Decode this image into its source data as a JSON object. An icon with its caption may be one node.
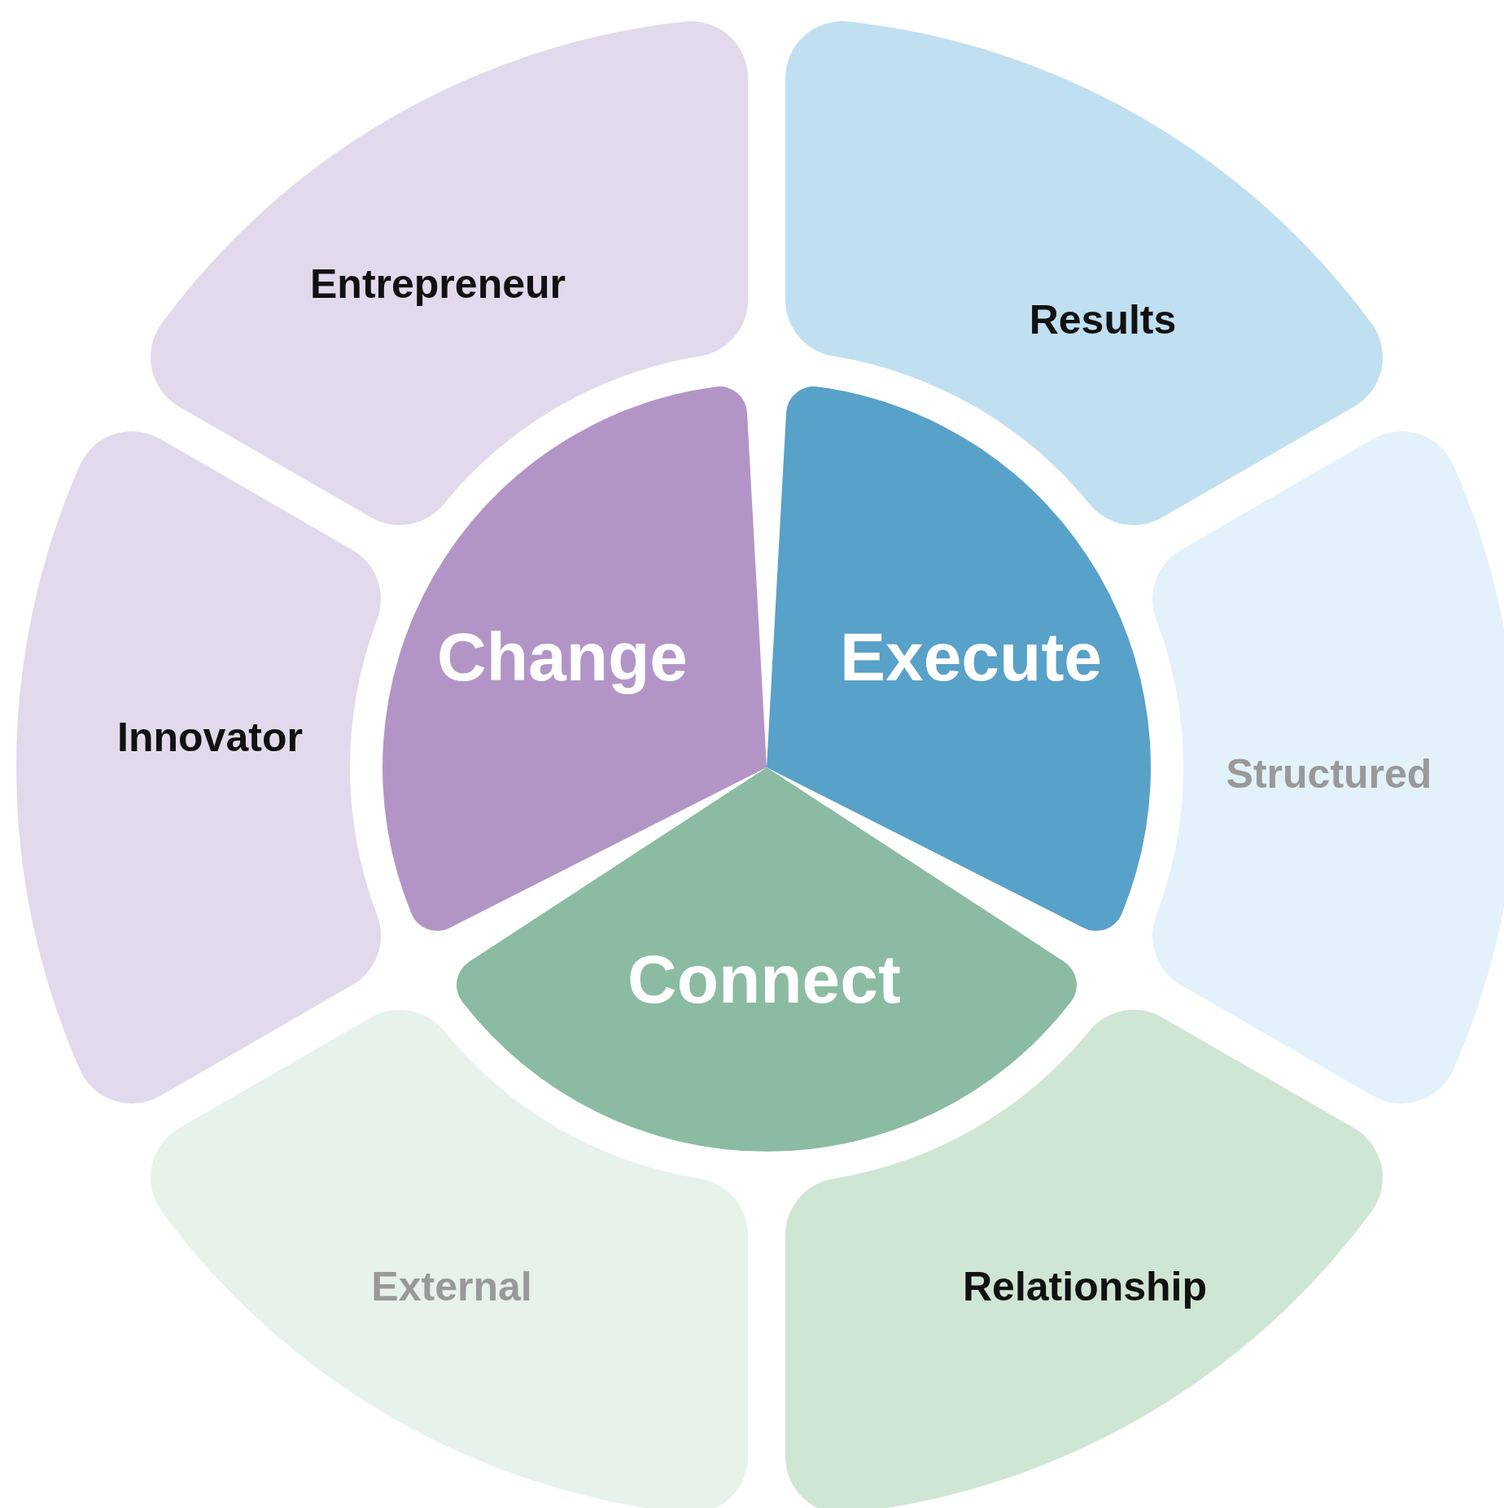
{
  "diagram": {
    "nodes": [
      {
        "text": [
          "Entrepreneur"
        ]
      },
      {
        "text": [
          "Results"
        ]
      },
      {
        "text": [
          "Innovator"
        ]
      },
      {
        "text": [
          "Change"
        ]
      },
      {
        "text": [
          "Execute"
        ]
      },
      {
        "text": [
          "Structured"
        ]
      },
      {
        "text": [
          "Connect"
        ]
      },
      {
        "text": [
          "External"
        ]
      },
      {
        "text": [
          "Relationship"
        ]
      }
    ]
  }
}
